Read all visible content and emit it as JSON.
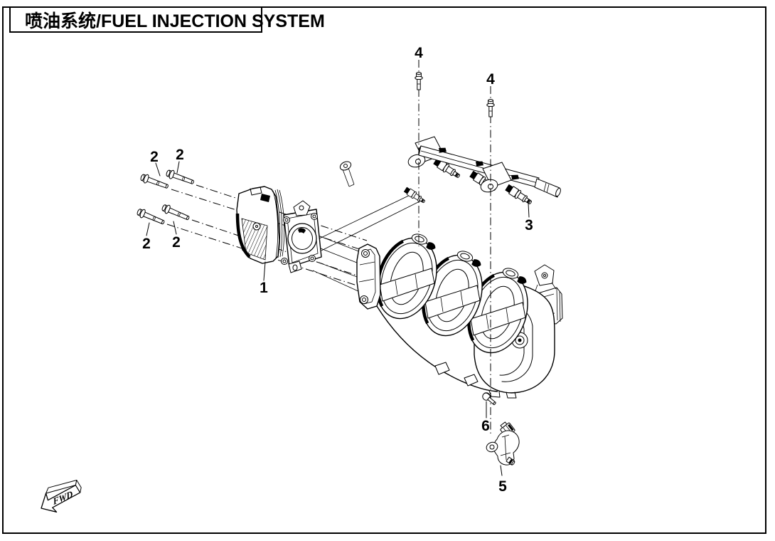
{
  "page": {
    "title": "喷油系统/FUEL INJECTION SYSTEM"
  },
  "colors": {
    "ink": "#000000",
    "paper": "#ffffff"
  },
  "callouts": {
    "c1": "1",
    "c2a": "2",
    "c2b": "2",
    "c2c": "2",
    "c2d": "2",
    "c3": "3",
    "c4a": "4",
    "c4b": "4",
    "c5": "5",
    "c6": "6"
  },
  "direction_indicator": {
    "label": "FWD"
  }
}
